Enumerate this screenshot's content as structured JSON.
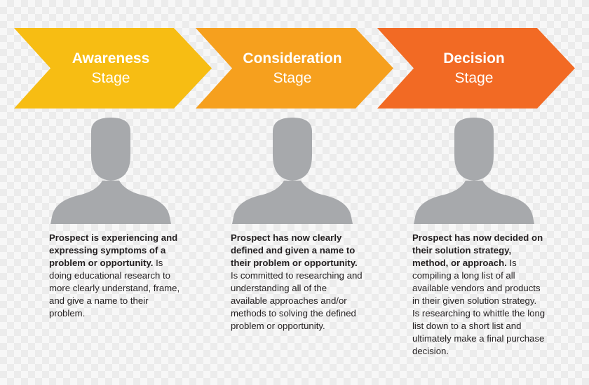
{
  "stages": [
    {
      "name": "Awareness",
      "word": "Stage",
      "color": "#F7BD13",
      "bold_text": "Prospect is experiencing and expressing symptoms of a problem or opportunity.",
      "text": " Is doing educational research to more clearly understand, frame, and give a name to their problem."
    },
    {
      "name": "Consideration",
      "word": "Stage",
      "color": "#F6A01E",
      "bold_text": "Prospect has now clearly defined and given a name to their problem or opportunity.",
      "text": " Is committed to researching and understanding all of the available approaches and/or methods to solving the defined problem or opportunity."
    },
    {
      "name": "Decision",
      "word": "Stage",
      "color": "#F26A24",
      "bold_text": "Prospect has now decided on their solution strategy, method, or approach.",
      "text": " Is compiling a long list of all available vendors and products in their given solution strategy. Is researching to whittle the long list down to a short list and ultimately make a final purchase decision."
    }
  ],
  "person_icon_color": "#A7A9AC"
}
